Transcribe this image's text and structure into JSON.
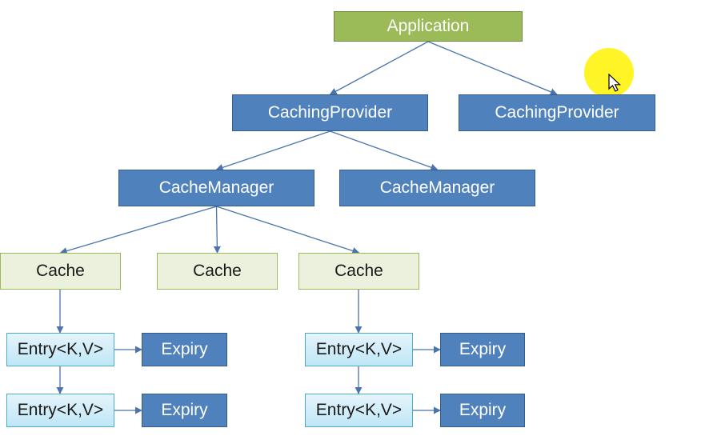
{
  "diagram": {
    "nodes": [
      {
        "id": "app",
        "label": "Application",
        "style": "app"
      },
      {
        "id": "cp1",
        "label": "CachingProvider",
        "style": "blue"
      },
      {
        "id": "cp2",
        "label": "CachingProvider",
        "style": "blue"
      },
      {
        "id": "cm1",
        "label": "CacheManager",
        "style": "blue"
      },
      {
        "id": "cm2",
        "label": "CacheManager",
        "style": "blue"
      },
      {
        "id": "c1",
        "label": "Cache",
        "style": "green"
      },
      {
        "id": "c2",
        "label": "Cache",
        "style": "green"
      },
      {
        "id": "c3",
        "label": "Cache",
        "style": "green"
      },
      {
        "id": "e1",
        "label": "Entry<K,V>",
        "style": "light"
      },
      {
        "id": "e2",
        "label": "Entry<K,V>",
        "style": "light"
      },
      {
        "id": "e3",
        "label": "Entry<K,V>",
        "style": "light"
      },
      {
        "id": "e4",
        "label": "Entry<K,V>",
        "style": "light"
      },
      {
        "id": "x1",
        "label": "Expiry",
        "style": "blue"
      },
      {
        "id": "x2",
        "label": "Expiry",
        "style": "blue"
      },
      {
        "id": "x3",
        "label": "Expiry",
        "style": "blue"
      },
      {
        "id": "x4",
        "label": "Expiry",
        "style": "blue"
      }
    ],
    "edges": [
      {
        "from": "app",
        "to": "cp1"
      },
      {
        "from": "app",
        "to": "cp2"
      },
      {
        "from": "cp1",
        "to": "cm1"
      },
      {
        "from": "cp1",
        "to": "cm2"
      },
      {
        "from": "cm1",
        "to": "c1"
      },
      {
        "from": "cm1",
        "to": "c2"
      },
      {
        "from": "cm1",
        "to": "c3"
      },
      {
        "from": "c1",
        "to": "e1"
      },
      {
        "from": "e1",
        "to": "e2"
      },
      {
        "from": "c3",
        "to": "e3"
      },
      {
        "from": "e3",
        "to": "e4"
      },
      {
        "from": "e1",
        "to": "x1"
      },
      {
        "from": "e2",
        "to": "x2"
      },
      {
        "from": "e3",
        "to": "x3"
      },
      {
        "from": "e4",
        "to": "x4"
      }
    ]
  },
  "colors": {
    "app_fill": "#9bbb59",
    "blue_fill": "#4f81bd",
    "cache_fill": "#ebf1dd",
    "entry_fill": "#bfe6f6",
    "edge": "#4a74ad",
    "pointer_highlight": "#fff200"
  },
  "icons": {
    "pointer": "mouse-pointer-icon"
  }
}
